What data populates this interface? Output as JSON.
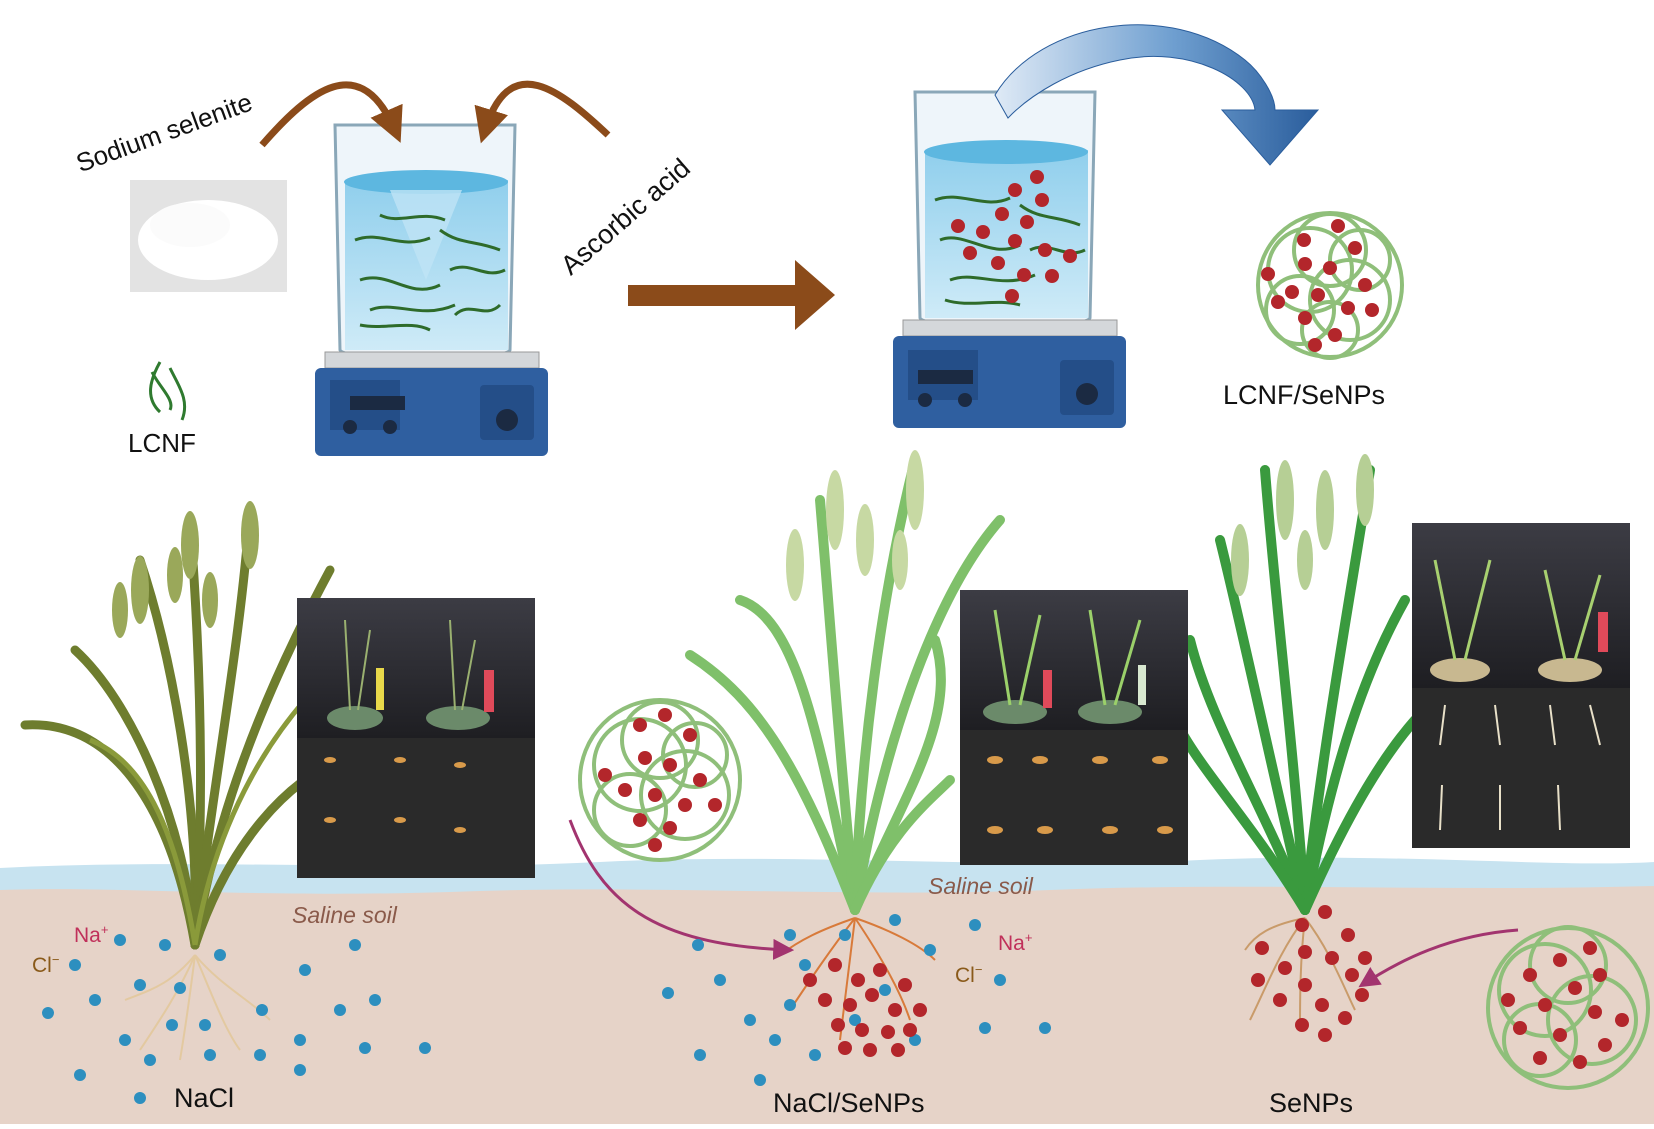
{
  "labels": {
    "sodium_selenite": "Sodium selenite",
    "ascorbic_acid": "Ascorbic acid",
    "lcnf": "LCNF",
    "lcnf_senps": "LCNF/SeNPs",
    "nacl": "NaCl",
    "nacl_senps": "NaCl/SeNPs",
    "senps": "SeNPs",
    "saline_soil": "Saline soil",
    "na_ion": "Na",
    "na_charge": "+",
    "cl_ion": "Cl",
    "cl_charge": "−"
  },
  "colors": {
    "soil": "#e6d3c8",
    "water_line": "#c7e3f0",
    "brown_arrow": "#8b4b1a",
    "blue_arrow": "#2f6fae",
    "nanoparticle": "#b3262b",
    "fiber": "#7fb06a",
    "na_ion": "#2d8fbf",
    "magenta_arrow": "#a2346f",
    "plant_dark": "#6e7d2e",
    "plant_green": "#57a83c",
    "plant_deep": "#2f8a35"
  },
  "icons": [
    "beaker-icon",
    "stirrer-icon",
    "powder-icon",
    "fiber-icon",
    "nanocomposite-icon",
    "wheat-plant-icon",
    "photo-panel"
  ]
}
